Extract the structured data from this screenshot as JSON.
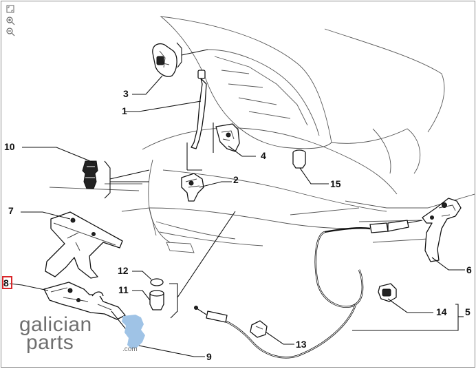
{
  "toolbar": {
    "icons": [
      "reset-view-icon",
      "zoom-in-icon",
      "zoom-out-icon"
    ]
  },
  "callouts": [
    {
      "id": "c1",
      "label": "1"
    },
    {
      "id": "c2",
      "label": "2"
    },
    {
      "id": "c3",
      "label": "3"
    },
    {
      "id": "c4",
      "label": "4"
    },
    {
      "id": "c5",
      "label": "5"
    },
    {
      "id": "c6",
      "label": "6"
    },
    {
      "id": "c7",
      "label": "7"
    },
    {
      "id": "c8",
      "label": "8"
    },
    {
      "id": "c9",
      "label": "9"
    },
    {
      "id": "c10",
      "label": "10"
    },
    {
      "id": "c11",
      "label": "11"
    },
    {
      "id": "c12",
      "label": "12"
    },
    {
      "id": "c13",
      "label": "13"
    },
    {
      "id": "c14",
      "label": "14"
    },
    {
      "id": "c15",
      "label": "15"
    }
  ],
  "highlighted_callout": "8",
  "watermark": {
    "line1": "galician",
    "line2": "parts",
    "domain": ".com"
  },
  "colors": {
    "highlight": "#d9262a",
    "watermark_text": "#6f6f6f",
    "watermark_shape": "#9fc3e6"
  }
}
